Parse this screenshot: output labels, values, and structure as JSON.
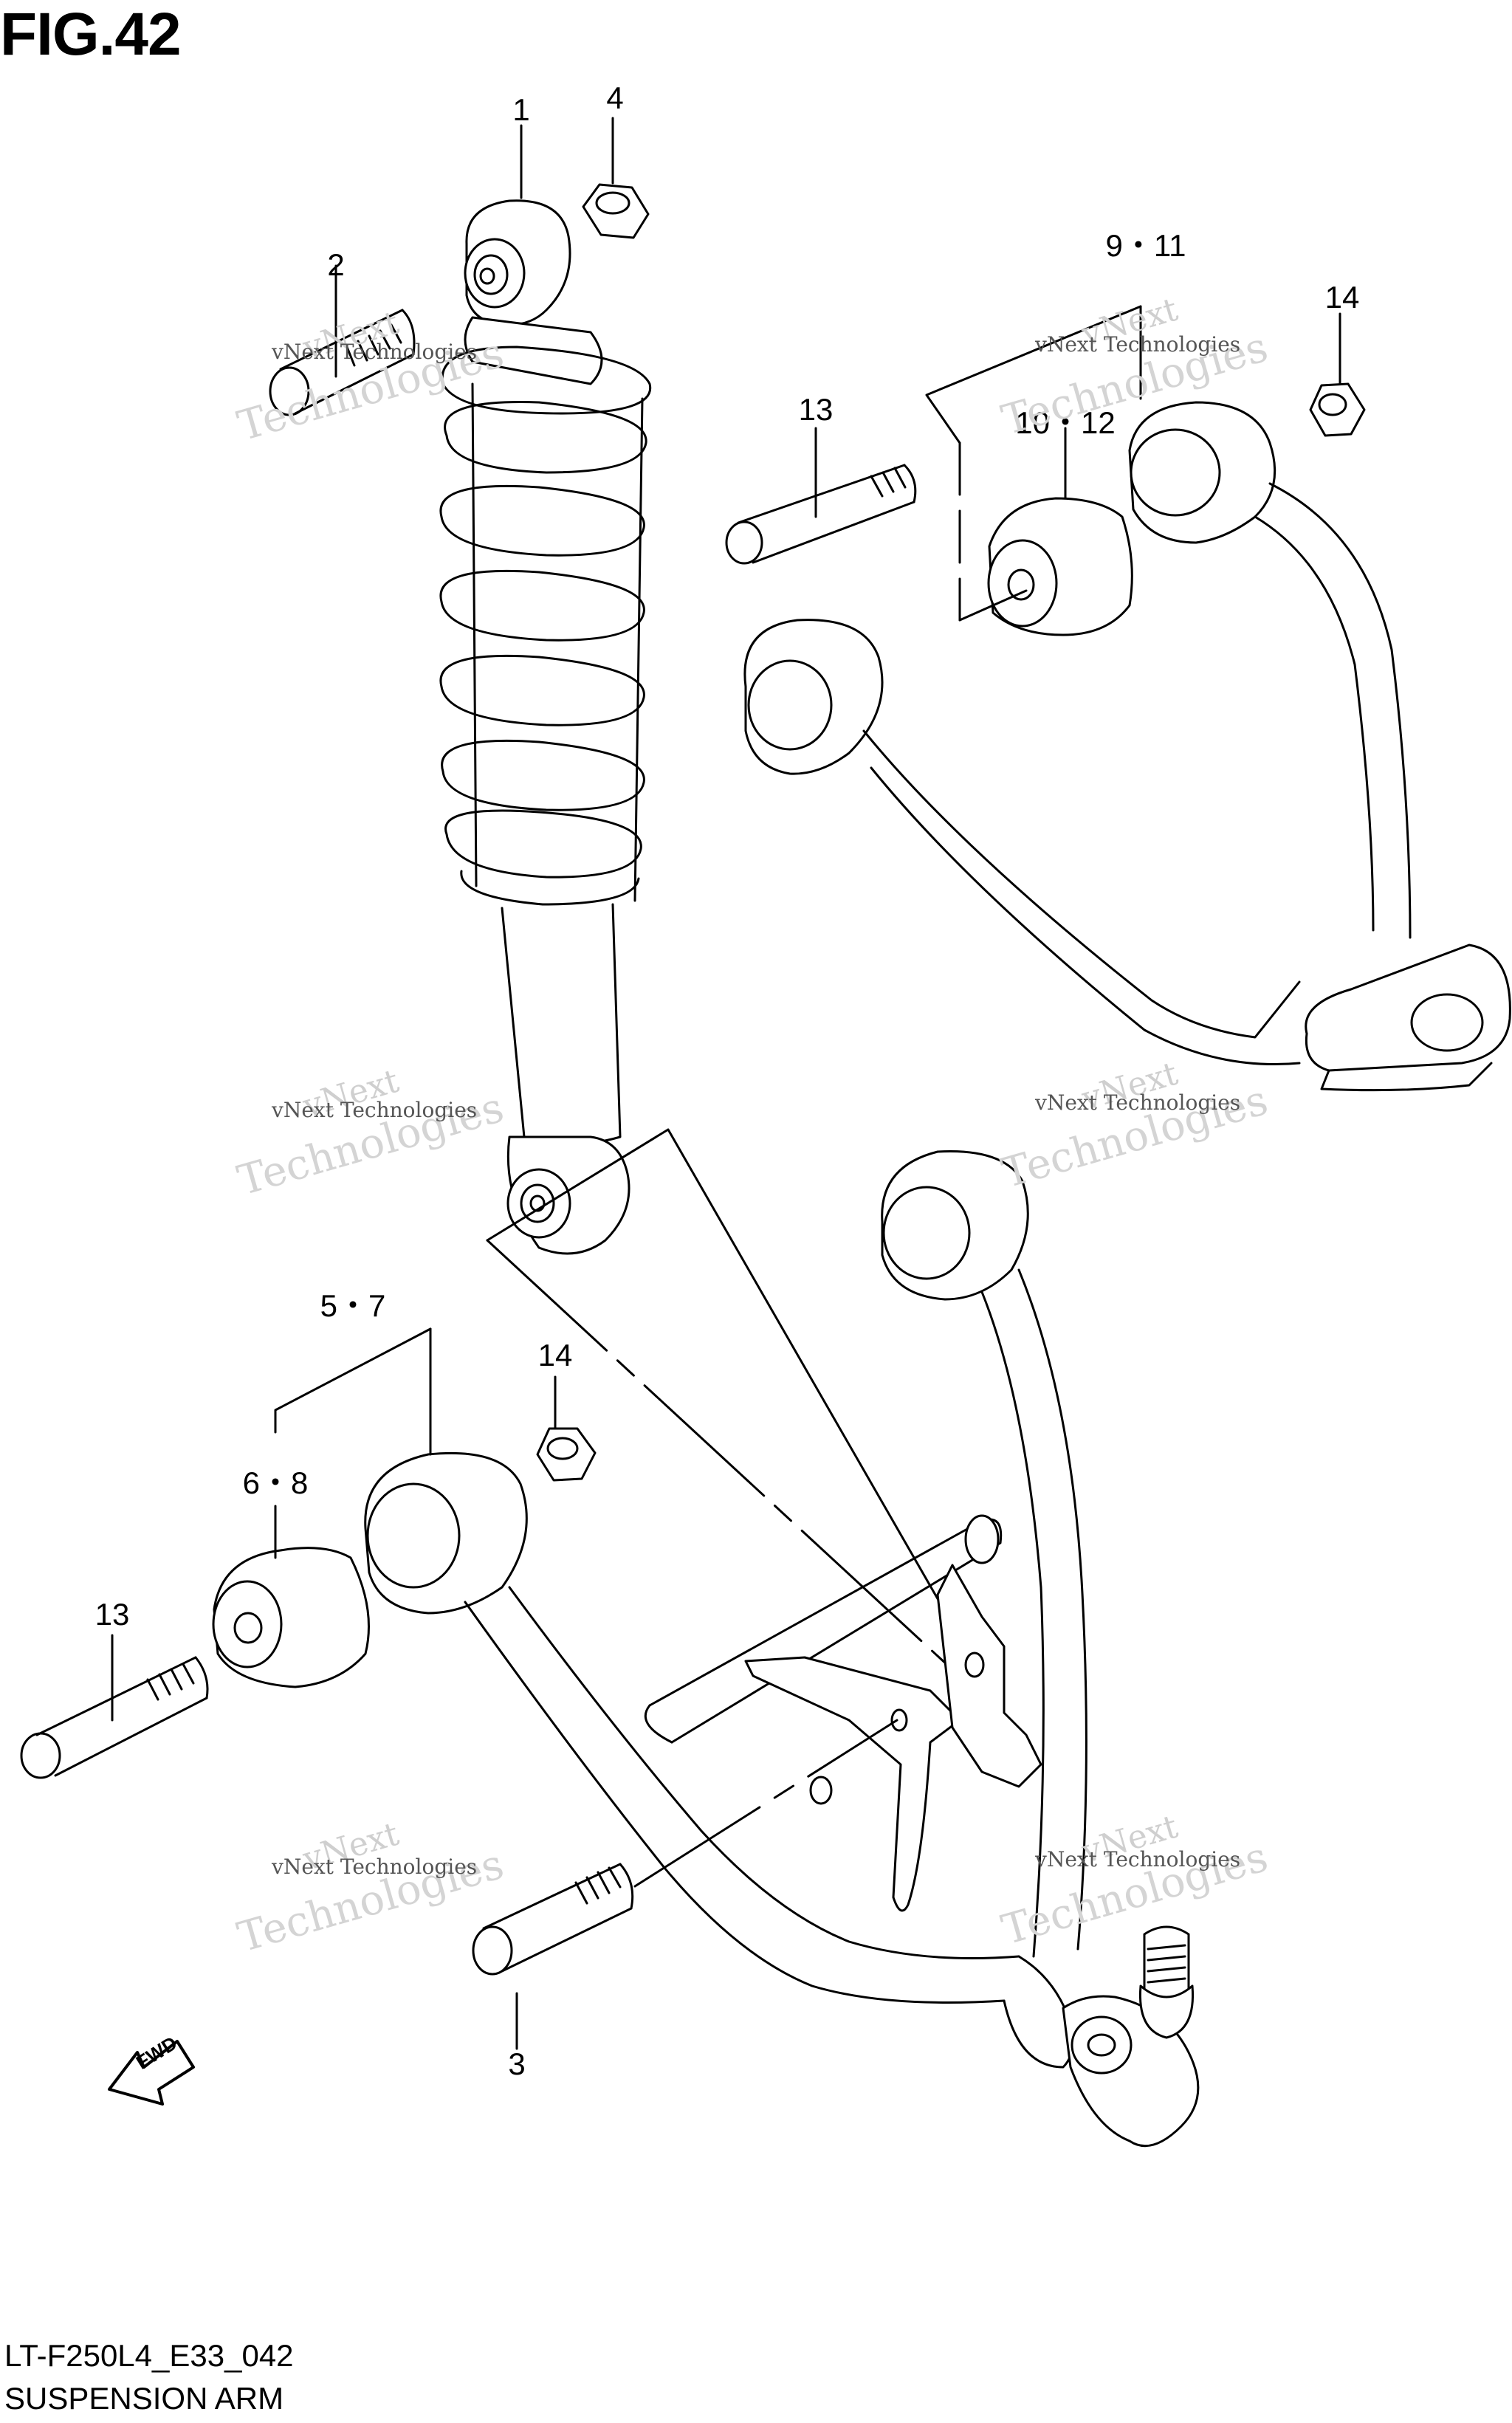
{
  "figure": {
    "title": "FIG.42",
    "code": "LT-F250L4_E33_042",
    "name": "SUSPENSION ARM"
  },
  "callouts": {
    "c1": "1",
    "c2": "2",
    "c3": "3",
    "c4": "4",
    "c5_7": "5・7",
    "c6_8": "6・8",
    "c9_11": "9・11",
    "c10_12": "10・12",
    "c13_upper": "13",
    "c13_lower": "13",
    "c14_upper": "14",
    "c14_lower": "14"
  },
  "fwd_label": "FWD",
  "watermark": {
    "line_small": "vNext Technologies",
    "word_a": "vNext",
    "word_b": "Technologies"
  }
}
